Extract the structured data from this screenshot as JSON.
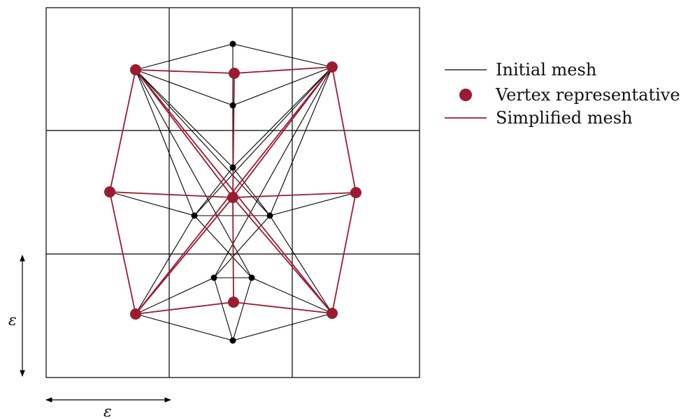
{
  "colors": {
    "initial_mesh": "#000000",
    "vertex_representative": "#9b1b30",
    "simplified_mesh": "#9b1b30",
    "grid": "#000000"
  },
  "legend": {
    "initial_mesh": "Initial mesh",
    "vertex_representative": "Vertex representative",
    "simplified_mesh": "Simplified mesh"
  },
  "dimension": {
    "vertical_label": "ε",
    "horizontal_label": "ε"
  },
  "grid": {
    "columns": 3,
    "rows": 3
  }
}
